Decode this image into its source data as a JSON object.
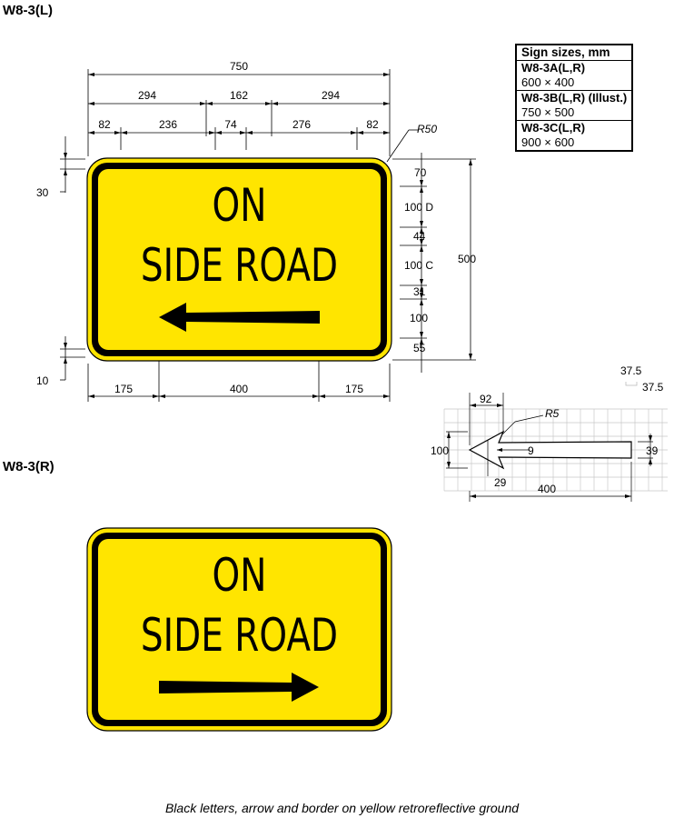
{
  "colors": {
    "sign_ground": "#FFE500",
    "legend": "#000000",
    "grid": "#c8c8c8"
  },
  "left_sign": {
    "code": "W8-3(L)",
    "line1": "ON",
    "line2": "SIDE ROAD",
    "arrow_direction": "left"
  },
  "right_sign": {
    "code": "W8-3(R)",
    "line1": "ON",
    "line2": "SIDE ROAD",
    "arrow_direction": "right"
  },
  "sizes_table": {
    "header": "Sign sizes, mm",
    "rows": [
      {
        "label": "W8-3A(L,R)",
        "value": "600 × 400"
      },
      {
        "label": "W8-3B(L,R) (Illust.)",
        "value": "750 × 500"
      },
      {
        "label": "W8-3C(L,R)",
        "value": "900 × 600"
      }
    ]
  },
  "dimensions": {
    "overall_width": "750",
    "row2": [
      "294",
      "162",
      "294"
    ],
    "row3": [
      "82",
      "236",
      "74",
      "276",
      "82"
    ],
    "corner_radius": "R50",
    "border_top": "30",
    "border_bottom": "10",
    "height": "500",
    "vertical": [
      "70",
      "100 D",
      "44",
      "100 C",
      "31",
      "100",
      "55"
    ],
    "bottom": [
      "175",
      "400",
      "175"
    ]
  },
  "arrow_detail": {
    "grid_label": "37.5",
    "grid_label_small": "37.5",
    "head_length": "92",
    "tip_radius": "R5",
    "head_height": "100",
    "inset": "9",
    "shaft_height": "39",
    "barb": "29",
    "total_length": "400"
  },
  "caption": "Black letters, arrow and border on yellow retroreflective ground"
}
